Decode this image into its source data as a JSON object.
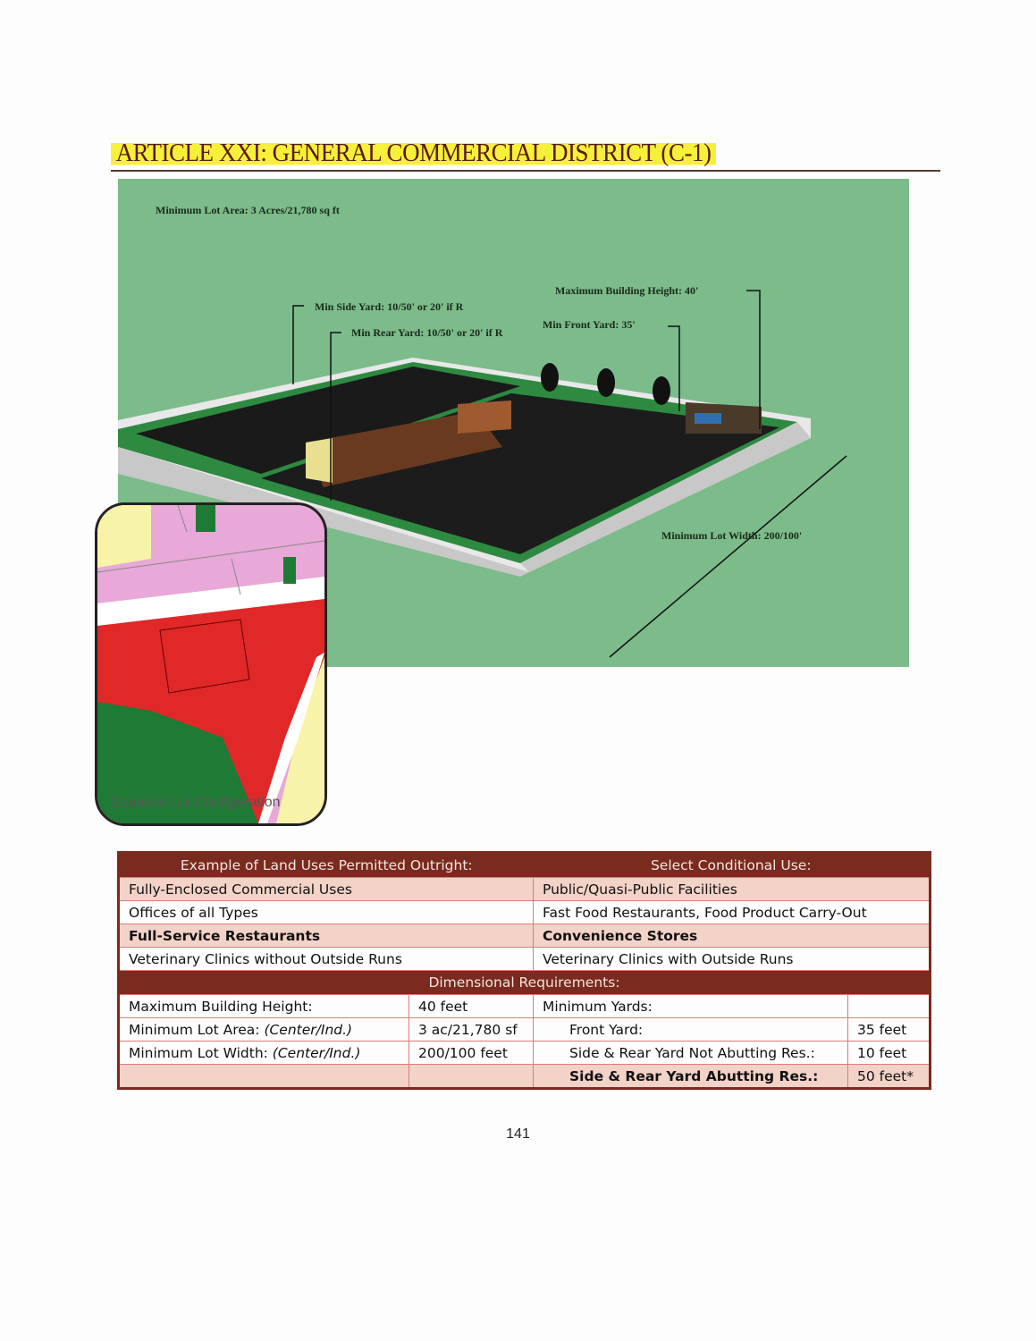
{
  "title": "ARTICLE XXI: GENERAL COMMERCIAL DISTRICT (C-1)",
  "diagram": {
    "lot_area": "Minimum Lot Area: 3 Acres/21,780 sq ft",
    "max_height": "Maximum Building Height: 40'",
    "side_yard": "Min Side Yard: 10/50' or 20' if R",
    "rear_yard": "Min Rear Yard: 10/50' or 20' if R",
    "front_yard": "Min Front Yard: 35'",
    "lot_width": "Minimum Lot Width: 200/100'"
  },
  "inset_caption": "Example Lot Configuration",
  "uses": {
    "permitted_header": "Example of Land Uses Permitted Outright:",
    "conditional_header": "Select Conditional Use:",
    "rows": [
      {
        "permitted": "Fully-Enclosed Commercial Uses",
        "conditional": "Public/Quasi-Public Facilities"
      },
      {
        "permitted": "Offices of all Types",
        "conditional": "Fast Food Restaurants, Food Product Carry-Out"
      },
      {
        "permitted": "Full-Service Restaurants",
        "conditional": "Convenience Stores"
      },
      {
        "permitted": "Veterinary Clinics without Outside Runs",
        "conditional": "Veterinary Clinics with Outside Runs"
      }
    ]
  },
  "dimensional": {
    "header": "Dimensional Requirements:",
    "left": [
      {
        "label": "Maximum Building Height:",
        "note": "",
        "value": "40 feet"
      },
      {
        "label": "Minimum Lot Area: ",
        "note": "(Center/Ind.)",
        "value": "3 ac/21,780 sf"
      },
      {
        "label": "Minimum Lot Width: ",
        "note": "(Center/Ind.)",
        "value": "200/100 feet"
      }
    ],
    "yards_label": "Minimum Yards:",
    "right": [
      {
        "label": "Front Yard:",
        "value": "35 feet"
      },
      {
        "label": "Side & Rear Yard Not Abutting Res.:",
        "value": "10 feet"
      },
      {
        "label": "Side & Rear Yard Abutting Res.:",
        "value": "50 feet*"
      }
    ]
  },
  "page_number": "141"
}
